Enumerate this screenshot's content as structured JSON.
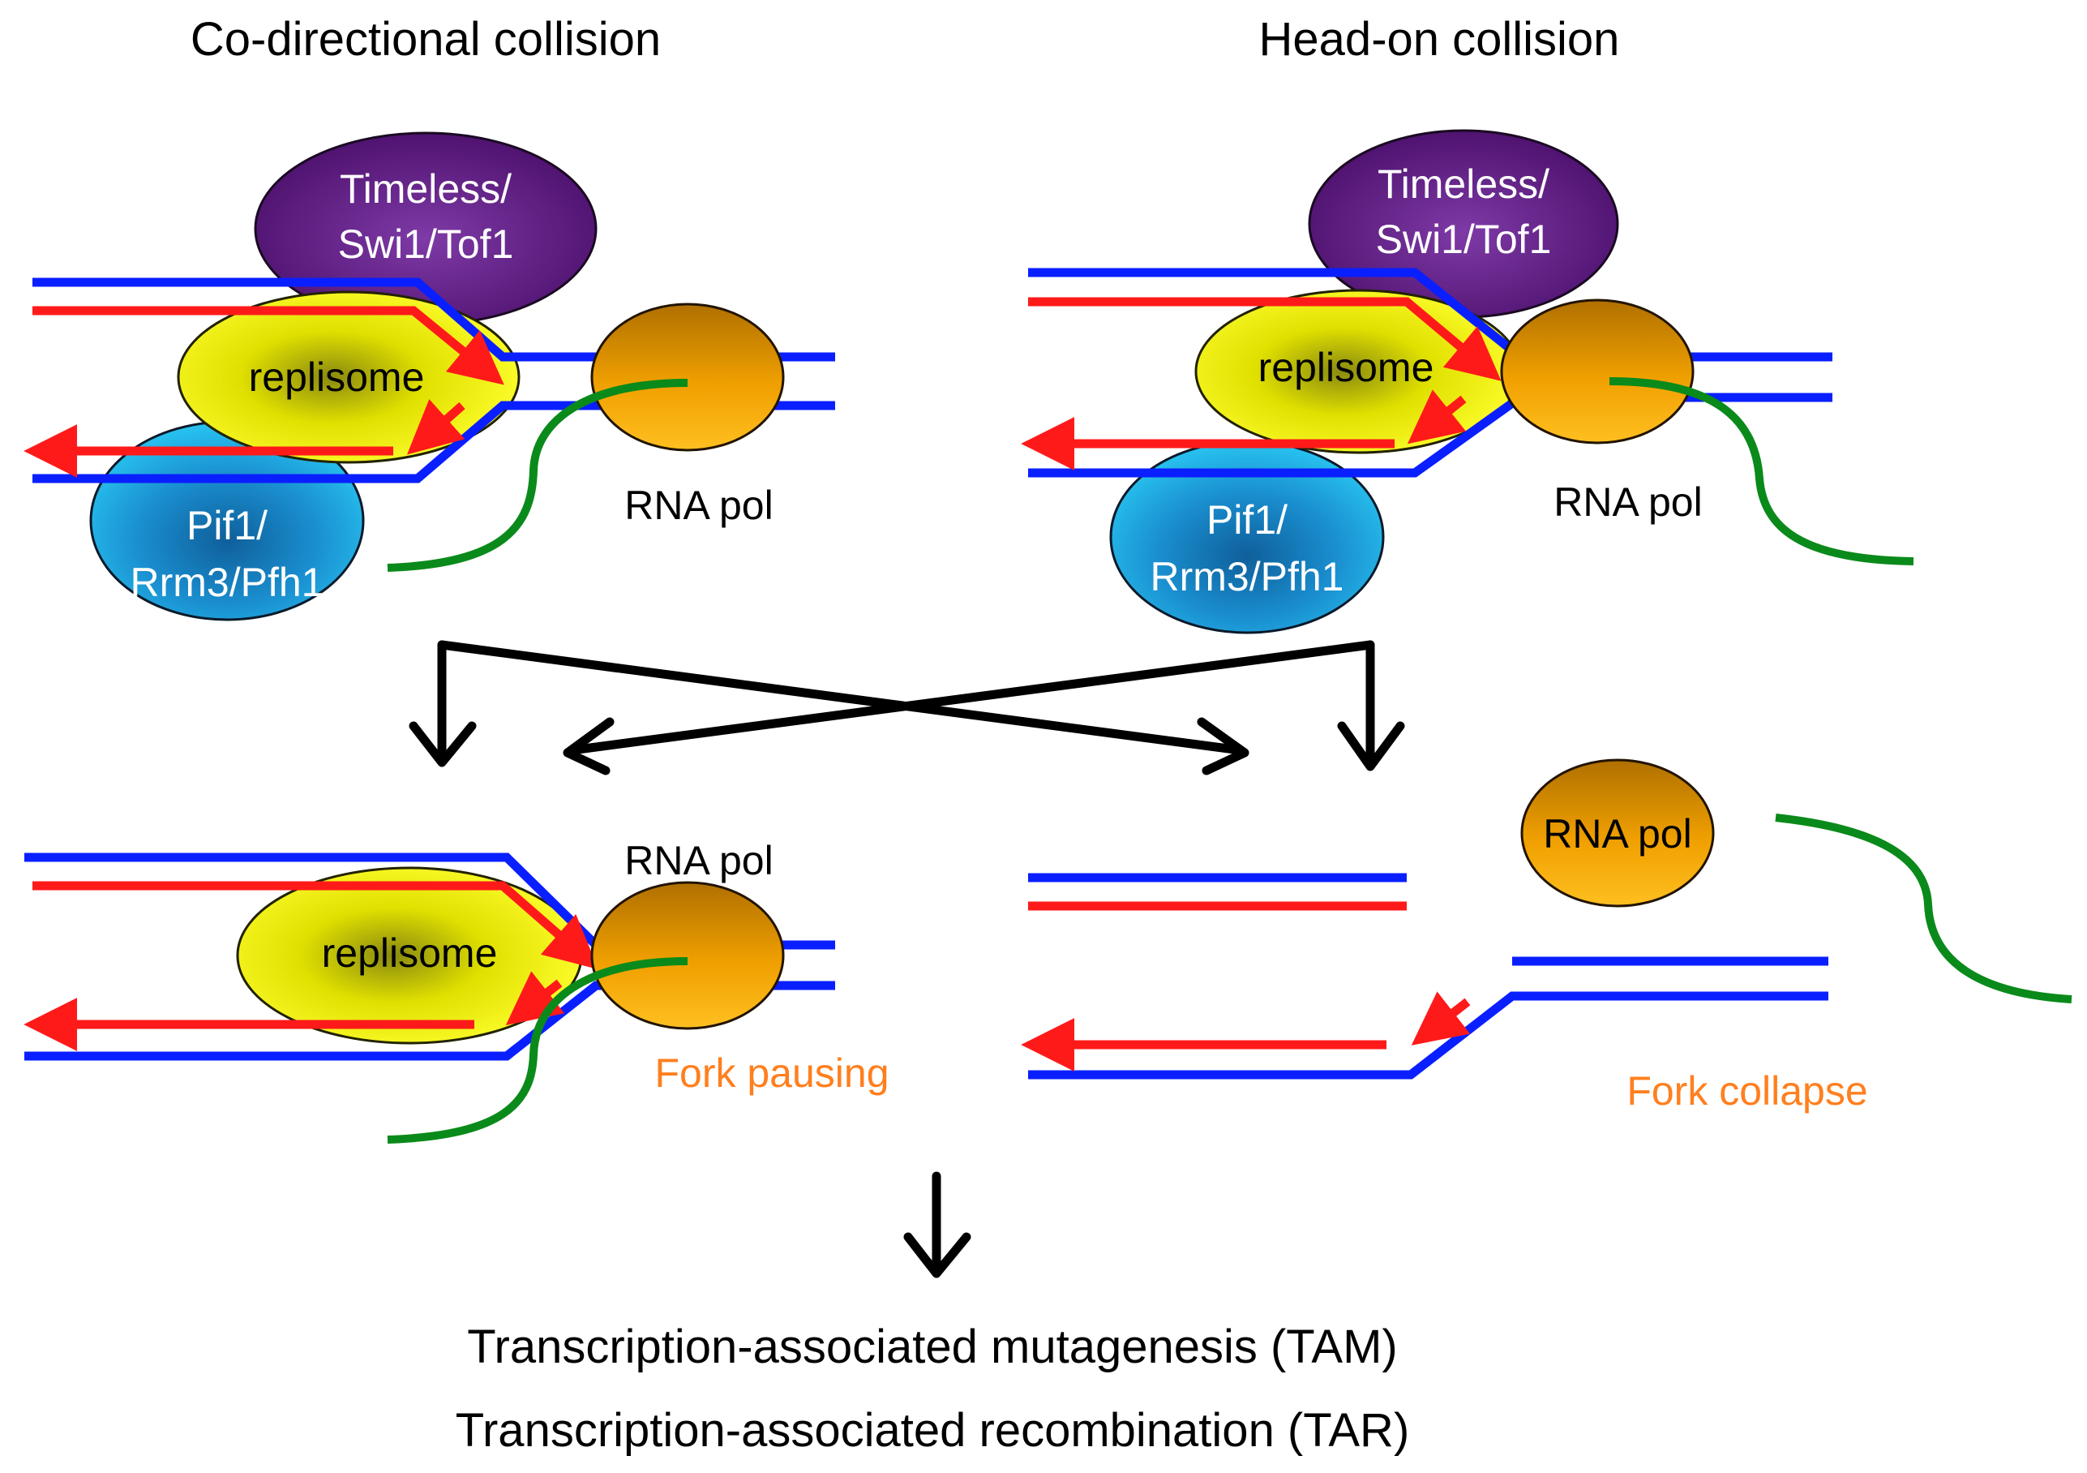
{
  "titles": {
    "left": "Co-directional collision",
    "right": "Head-on collision"
  },
  "labels": {
    "timeless_l1": "Timeless/",
    "timeless_l2": "Swi1/Tof1",
    "pif_l1": "Pif1/",
    "pif_l2": "Rrm3/Pfh1",
    "replisome": "replisome",
    "rna_pol": "RNA pol",
    "fork_pausing": "Fork pausing",
    "fork_collapse": "Fork collapse"
  },
  "outcome": {
    "line1": "Transcription-associated mutagenesis (TAM)",
    "line2": "Transcription-associated recombination (TAR)"
  },
  "colors": {
    "dna_parental": "#0a1fff",
    "dna_nascent": "#ff1a1a",
    "rna": "#0a8a1a",
    "timeless": "#6a1f8c",
    "pif": "#1aa3e0",
    "replisome": "#f5f000",
    "rna_pol": "#f0a000",
    "fork_status": "#ff7f1e"
  }
}
